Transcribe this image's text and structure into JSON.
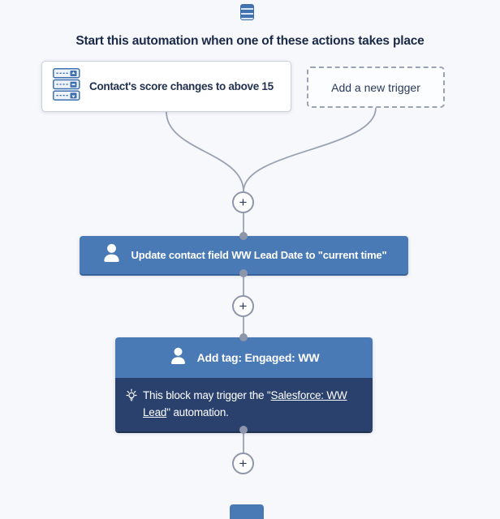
{
  "colors": {
    "background": "#f7f8fc",
    "node_blue": "#4a7ab5",
    "note_navy": "#2a416e",
    "line_gray": "#99a2b4",
    "text_navy": "#1b2a47",
    "icon_blue": "#3f70ae"
  },
  "heading": {
    "title": "Start this automation when one of these actions takes place"
  },
  "triggers": {
    "score": {
      "icon": "score-stack-icon",
      "label": "Contact's score changes to above 15"
    },
    "add_new": {
      "label": "Add a new trigger"
    }
  },
  "plus_button": {
    "label": "+"
  },
  "actions": {
    "update_field": {
      "icon": "contact-person-icon",
      "label": "Update contact field WW Lead Date to \"current time\""
    },
    "add_tag": {
      "icon": "contact-person-icon",
      "label": "Add tag: Engaged: WW",
      "note": {
        "icon": "lightbulb-icon",
        "prefix": "This block may trigger the \"",
        "link_line1": "Salesforce: WW",
        "link_line2": "Lead",
        "link_full": "Salesforce: WW Lead",
        "suffix": "\" automation."
      }
    }
  }
}
